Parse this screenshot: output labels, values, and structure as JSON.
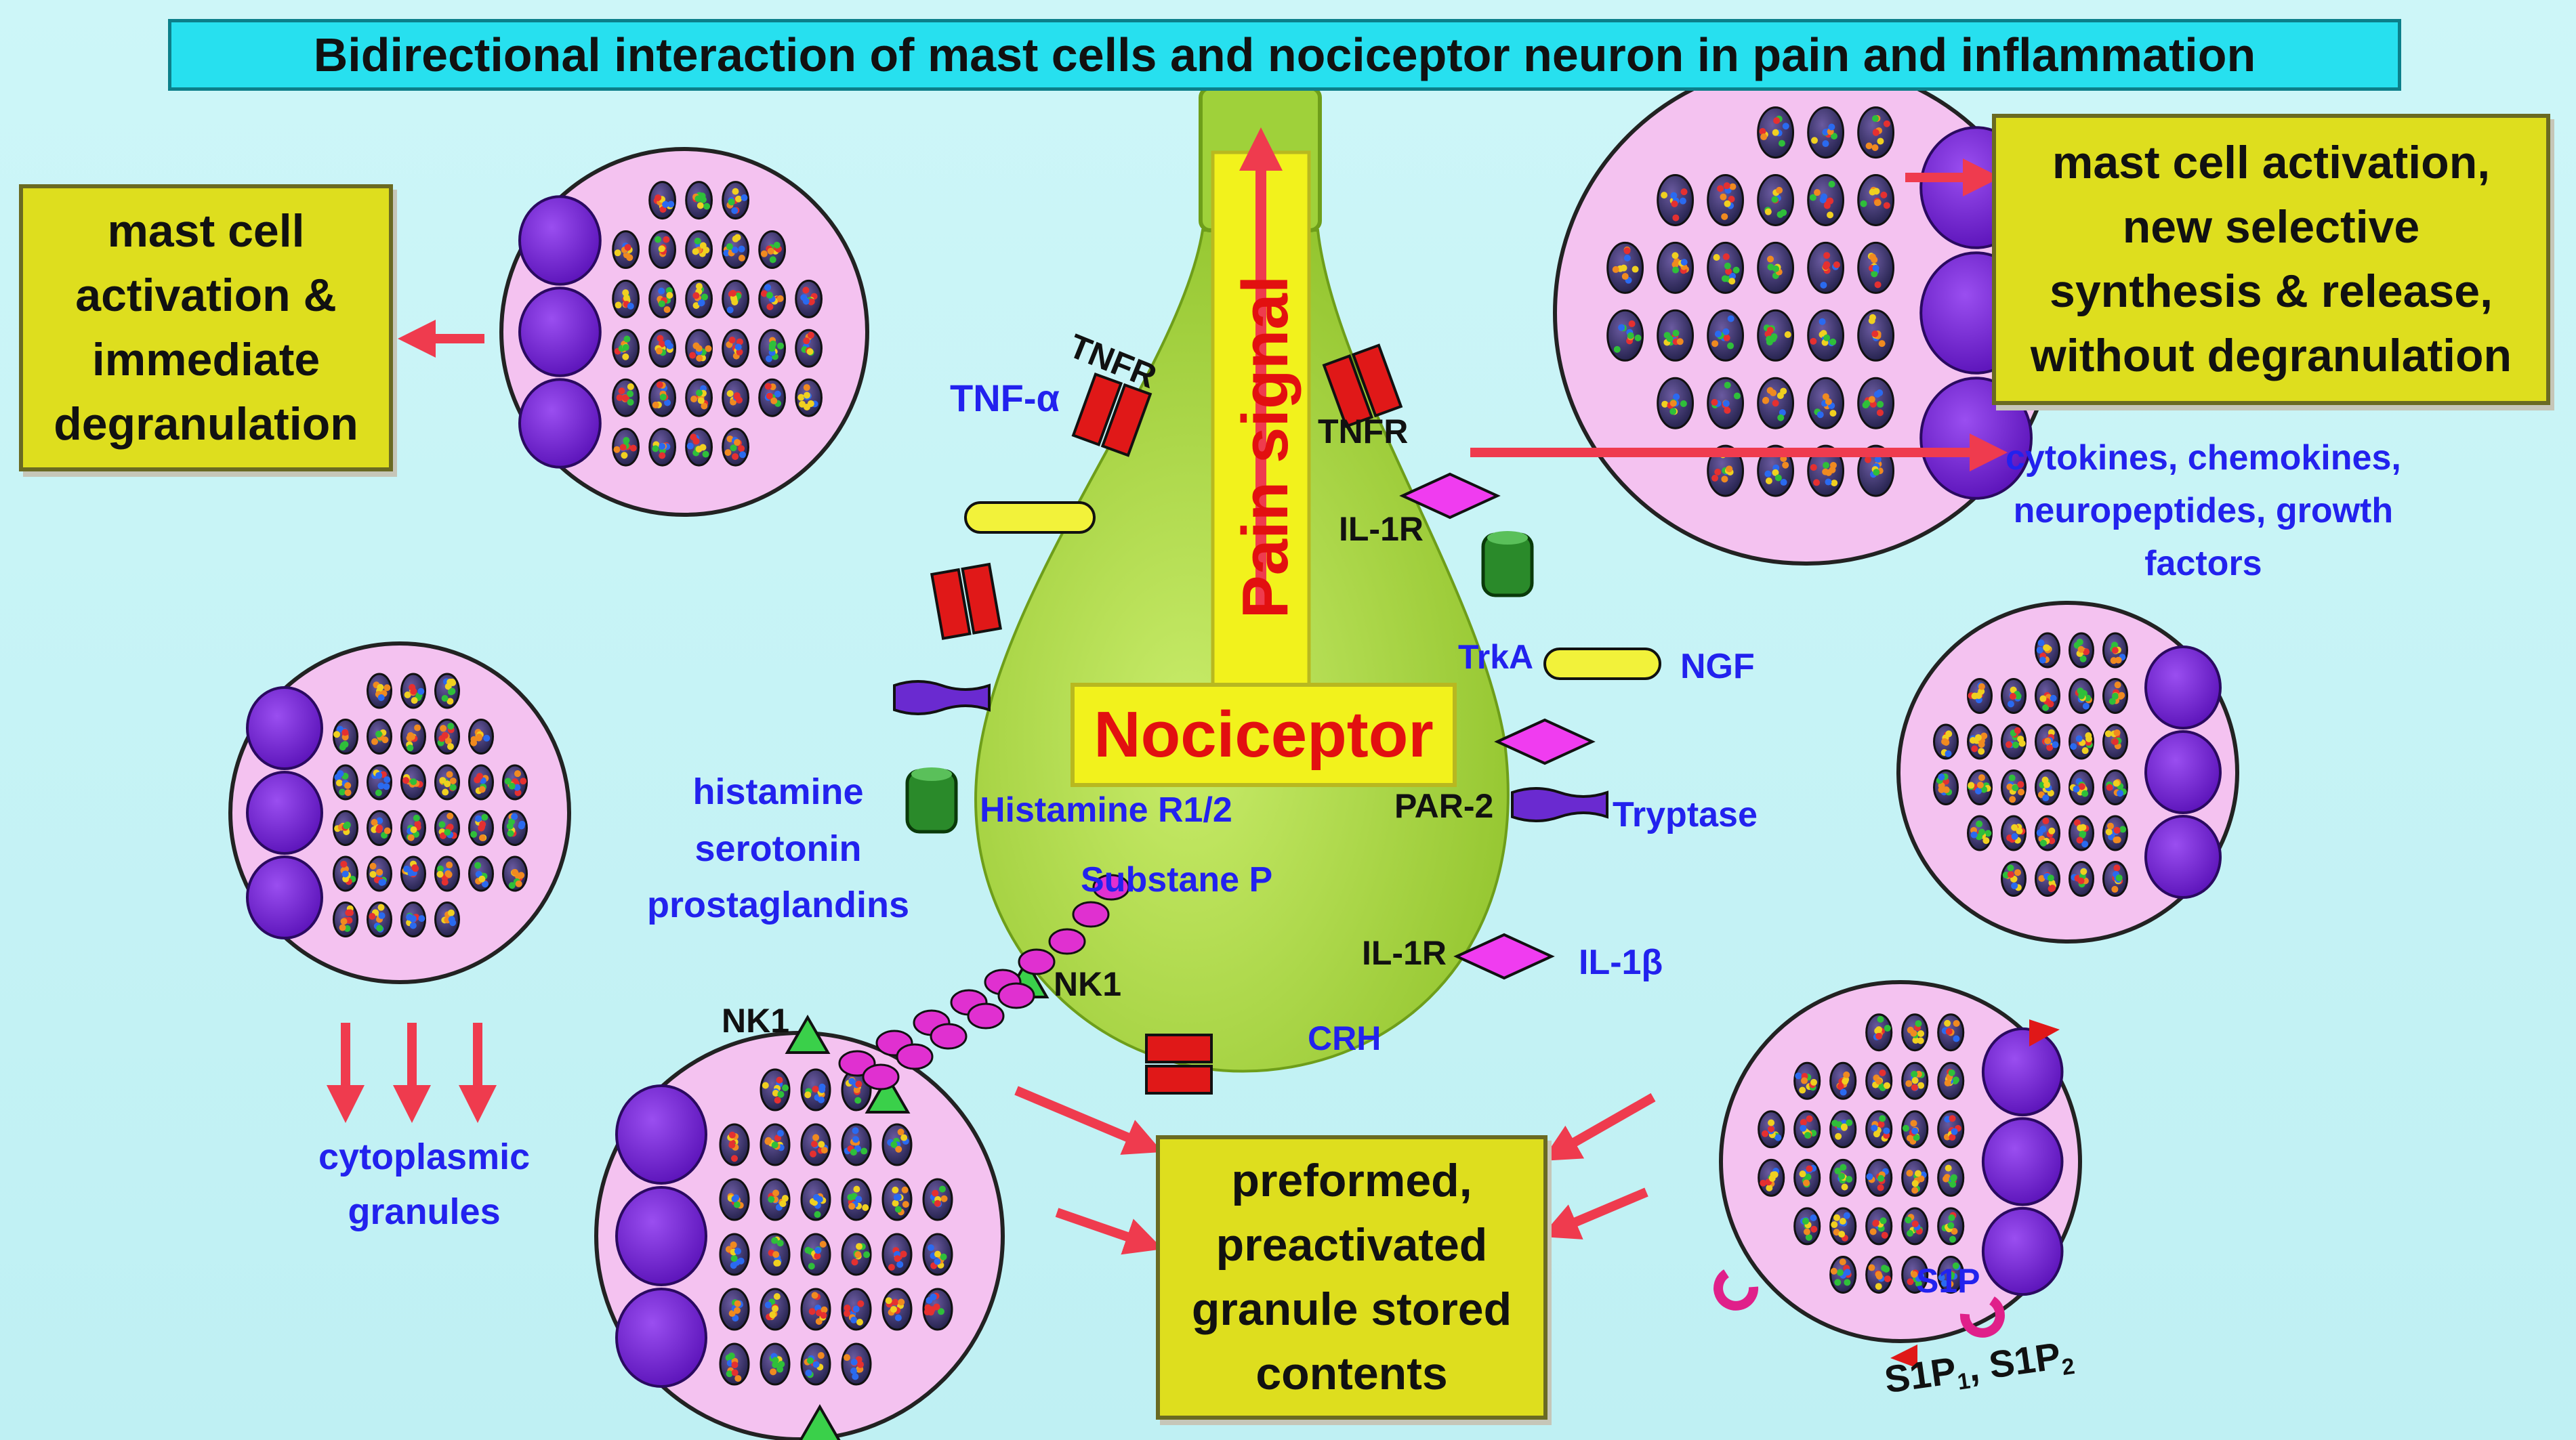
{
  "title": "Bidirectional interaction of mast cells and nociceptor neuron in pain and inflammation",
  "neuron": {
    "label": "Nociceptor",
    "signal": "Pain signal"
  },
  "boxes": {
    "top_left": [
      "mast cell",
      "activation &",
      "immediate",
      "degranulation"
    ],
    "top_right": [
      "mast cell activation,",
      "new selective",
      "synthesis & release,",
      "without degranulation"
    ],
    "bottom": [
      "preformed,",
      "preactivated",
      "granule stored",
      "contents"
    ]
  },
  "labels": {
    "tnf_alpha": "TNF-α",
    "tnfr_left": "TNFR",
    "tnfr_right": "TNFR",
    "il1r_top": "IL-1R",
    "il1r_bottom": "IL-1R",
    "trka": "TrkA",
    "ngf": "NGF",
    "par2": "PAR-2",
    "tryptase": "Tryptase",
    "il1b": "IL-1β",
    "histamine_r": "Histamine  R1/2",
    "substance_p": "Substane  P",
    "nk1_right": "NK1",
    "nk1_left": "NK1",
    "crh": "CRH",
    "s1p": "S1P",
    "s1p12_base": "S1P",
    "s1p1_sub": "1",
    "s1p12_mid": ",  S1P",
    "s1p2_sub": "2",
    "mediators": [
      "histamine",
      "serotonin",
      "prostaglandins"
    ],
    "released": [
      "cytokines,  chemokines,",
      "neuropeptides,  growth",
      "factors"
    ],
    "granules": [
      "cytoplasmic",
      "granules"
    ]
  },
  "colors": {
    "background": "#c8f4f6",
    "title_bar": "#27e0ef",
    "box_fill": "#dede1e",
    "neuron": "#a6d83c",
    "cell": "#f4c2f0",
    "arrow": "#ef3b4e",
    "label_blue": "#2222ee",
    "nociceptor_text": "#e21010"
  }
}
